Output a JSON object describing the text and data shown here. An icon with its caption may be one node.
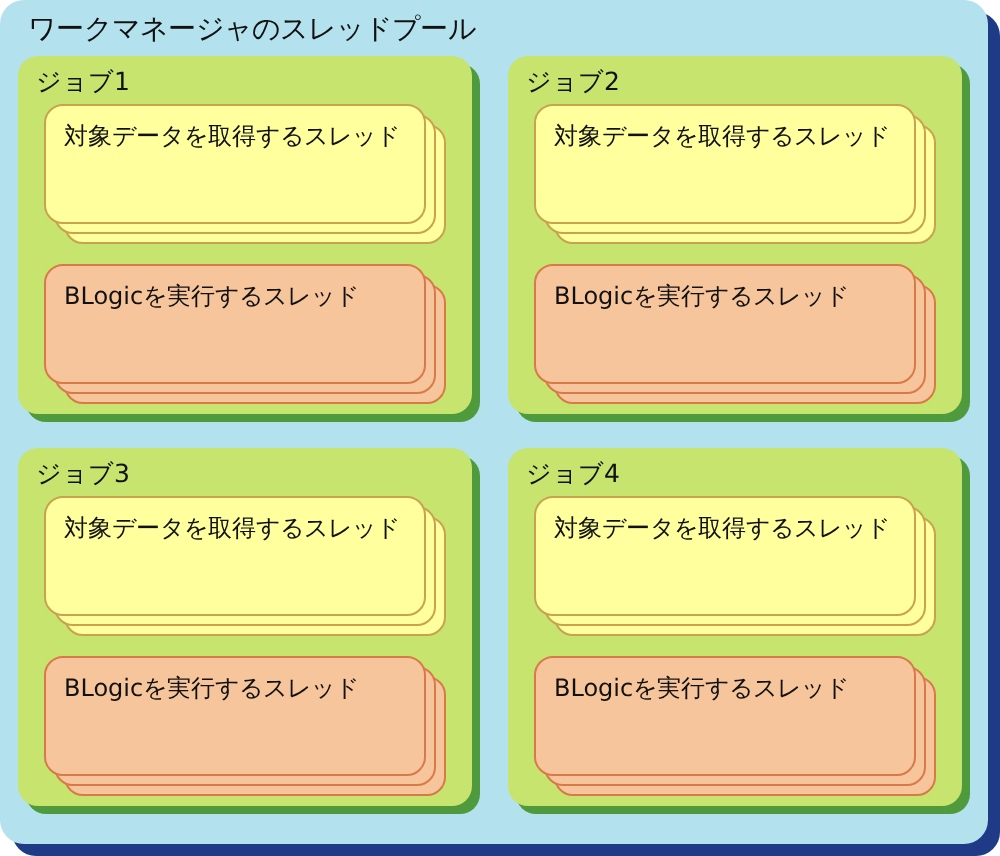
{
  "diagram": {
    "nodes": [
      {
        "text": [
          "ワークマネージャのスレッドプール"
        ]
      },
      {
        "text": [
          "ジョブ1"
        ],
        "in": 0
      },
      {
        "text": [
          "対象データを取得するスレッド"
        ],
        "in": 1
      },
      {
        "text": [
          "BLogicを実行するスレッド"
        ],
        "in": 1
      },
      {
        "text": [
          "ジョブ2"
        ],
        "in": 0
      },
      {
        "text": [
          "対象データを取得するスレッド"
        ],
        "in": 4
      },
      {
        "text": [
          "BLogicを実行するスレッド"
        ],
        "in": 4
      },
      {
        "text": [
          "ジョブ3"
        ],
        "in": 0
      },
      {
        "text": [
          "対象データを取得するスレッド"
        ],
        "in": 7
      },
      {
        "text": [
          "BLogicを実行するスレッド"
        ],
        "in": 7
      },
      {
        "text": [
          "ジョブ4"
        ],
        "in": 0
      },
      {
        "text": [
          "対象データを取得するスレッド"
        ],
        "in": 10
      },
      {
        "text": [
          "BLogicを実行するスレッド"
        ],
        "in": 10
      }
    ]
  }
}
